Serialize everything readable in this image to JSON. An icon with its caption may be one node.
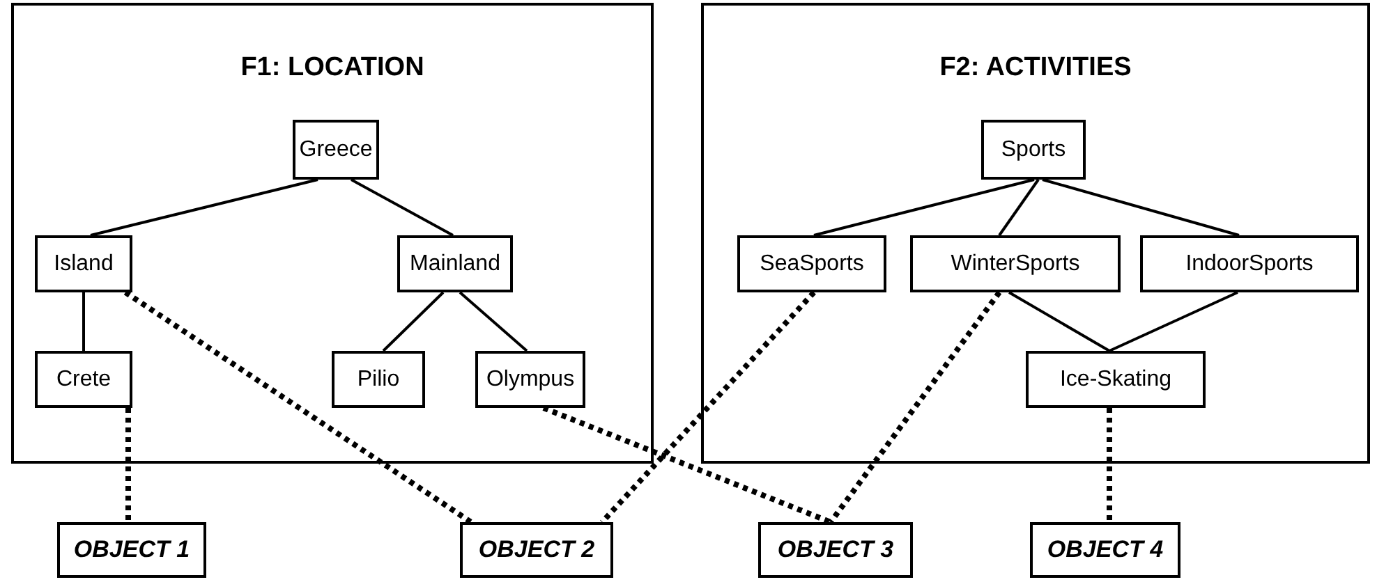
{
  "diagram": {
    "nodes": [
      {
        "text": [
          "F1: LOCATION"
        ]
      },
      {
        "text": [
          "Greece"
        ],
        "in": 0
      },
      {
        "text": [
          "Island"
        ],
        "in": 0
      },
      {
        "text": [
          "Mainland"
        ],
        "in": 0
      },
      {
        "text": [
          "Crete"
        ],
        "in": 0
      },
      {
        "text": [
          "Pilio"
        ],
        "in": 0
      },
      {
        "text": [
          "Olympus"
        ],
        "in": 0
      },
      {
        "text": [
          "F2: ACTIVITIES"
        ]
      },
      {
        "text": [
          "Sports"
        ],
        "in": 7
      },
      {
        "text": [
          "SeaSports"
        ],
        "in": 7
      },
      {
        "text": [
          "WinterSports"
        ],
        "in": 7
      },
      {
        "text": [
          "IndoorSports"
        ],
        "in": 7
      },
      {
        "text": [
          "Ice-Skating"
        ],
        "in": 7
      },
      {
        "text": [
          "OBJECT 1"
        ]
      },
      {
        "text": [
          "OBJECT 2"
        ]
      },
      {
        "text": [
          "OBJECT 3"
        ]
      },
      {
        "text": [
          "OBJECT 4"
        ]
      }
    ],
    "edges": [
      {
        "from": 1,
        "to": 2,
        "arrow": "none"
      },
      {
        "from": 1,
        "to": 3,
        "arrow": "none"
      },
      {
        "from": 2,
        "to": 4,
        "arrow": "none"
      },
      {
        "from": 3,
        "to": 5,
        "arrow": "none"
      },
      {
        "from": 3,
        "to": 6,
        "arrow": "none"
      },
      {
        "from": 8,
        "to": 9,
        "arrow": "none"
      },
      {
        "from": 8,
        "to": 10,
        "arrow": "none"
      },
      {
        "from": 8,
        "to": 11,
        "arrow": "none"
      },
      {
        "from": 10,
        "to": 12,
        "arrow": "none"
      },
      {
        "from": 11,
        "to": 12,
        "arrow": "none"
      },
      {
        "from": 4,
        "to": 13,
        "arrow": "none",
        "style": "dashed"
      },
      {
        "from": 2,
        "to": 14,
        "arrow": "none",
        "style": "dashed"
      },
      {
        "from": 9,
        "to": 14,
        "arrow": "none",
        "style": "dashed"
      },
      {
        "from": 6,
        "to": 15,
        "arrow": "none",
        "style": "dashed"
      },
      {
        "from": 10,
        "to": 15,
        "arrow": "none",
        "style": "dashed"
      },
      {
        "from": 12,
        "to": 16,
        "arrow": "none",
        "style": "dashed"
      }
    ]
  }
}
